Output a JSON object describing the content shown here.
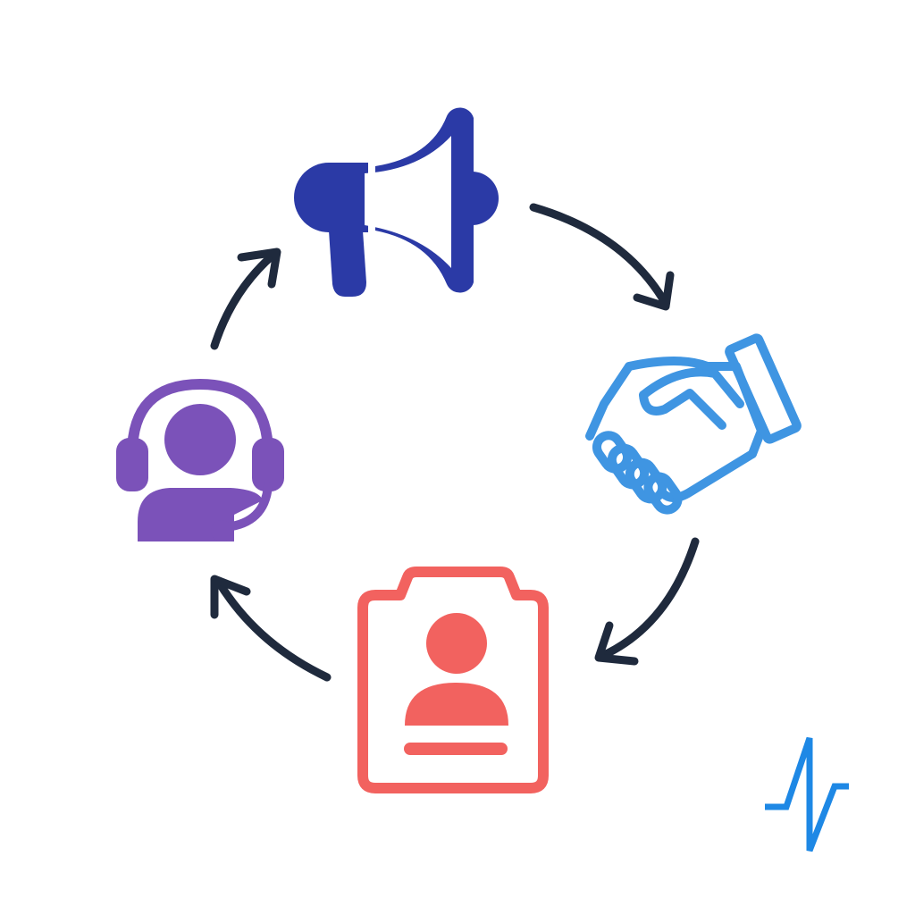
{
  "diagram": {
    "type": "cycle",
    "direction": "clockwise",
    "colors": {
      "arrow": "#1f2a3d",
      "background": "#ffffff"
    },
    "nodes": [
      {
        "id": "marketing",
        "icon": "megaphone-icon",
        "color": "#2b3aa6"
      },
      {
        "id": "sales",
        "icon": "handshake-icon",
        "color": "#3f95e2"
      },
      {
        "id": "onboarding",
        "icon": "contact-card-icon",
        "color": "#f2625f"
      },
      {
        "id": "support",
        "icon": "headset-agent-icon",
        "color": "#7b52b9"
      }
    ],
    "edges": [
      {
        "from": "marketing",
        "to": "sales"
      },
      {
        "from": "sales",
        "to": "onboarding"
      },
      {
        "from": "onboarding",
        "to": "support"
      },
      {
        "from": "support",
        "to": "marketing"
      }
    ]
  },
  "logo": {
    "icon": "zigzag-logo-icon",
    "color": "#1e88e5"
  }
}
